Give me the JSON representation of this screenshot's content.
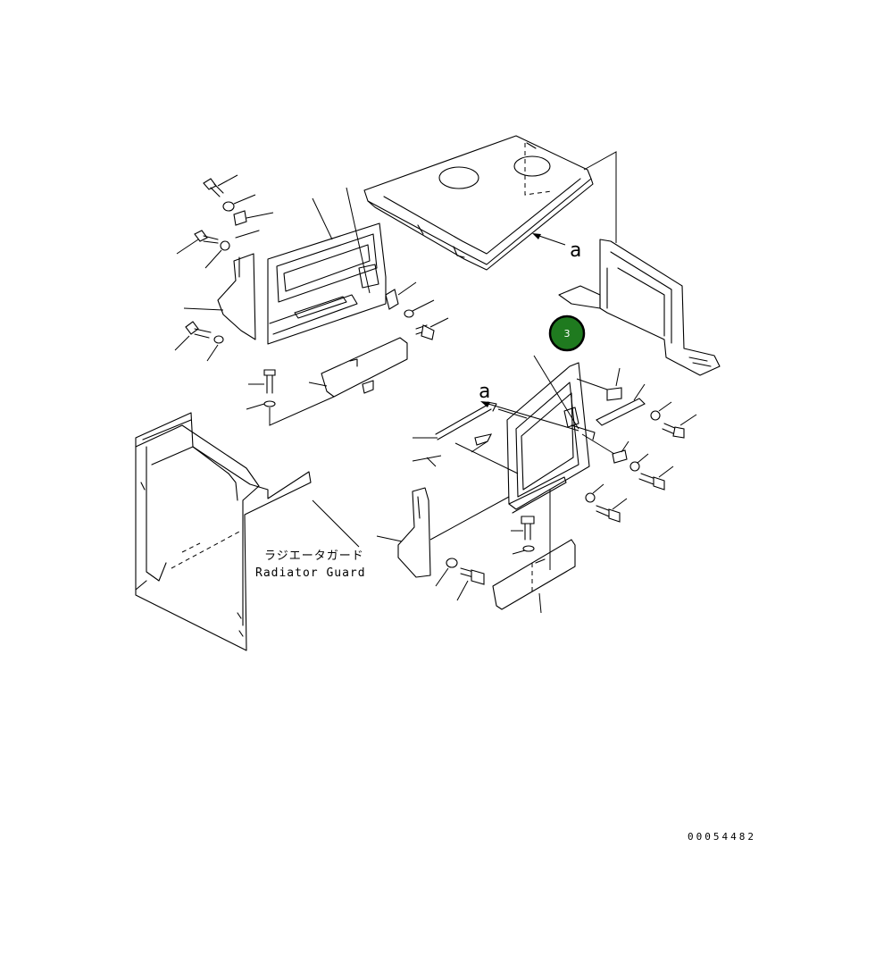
{
  "labels": {
    "guard_jp": "ラジエータガード",
    "guard_en": "Radiator Guard",
    "view_a_upper": "a",
    "view_a_lower": "a",
    "document_number": "00054482"
  },
  "callouts": [
    {
      "number": "3",
      "color": "#1f7a1f",
      "border": "#000000"
    }
  ]
}
